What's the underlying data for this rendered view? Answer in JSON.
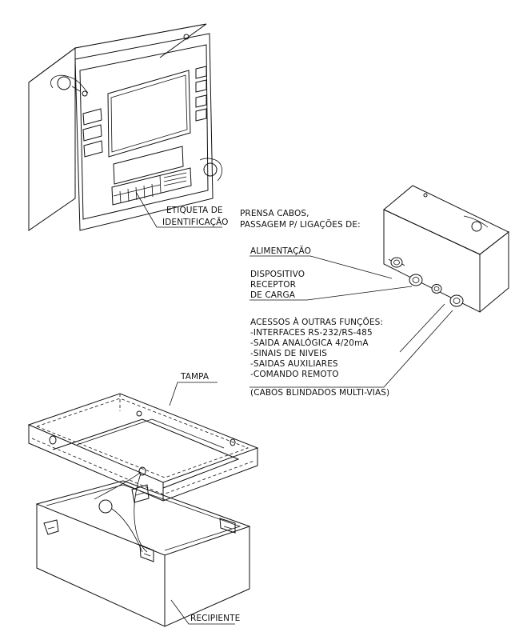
{
  "labels": {
    "etiqueta_line1": "ETIQUETA DE",
    "etiqueta_line2": "IDENTIFICAÇÃO",
    "prensa_line1": "PRENSA CABOS,",
    "prensa_line2": "PASSAGEM P/ LIGAÇÕES DE:",
    "alimentacao": "ALIMENTAÇÃO",
    "dispositivo_line1": "DISPOSITIVO",
    "dispositivo_line2": "RECEPTOR",
    "dispositivo_line3": "DE CARGA",
    "acessos_title": "ACESSOS À OUTRAS FUNÇÕES:",
    "acessos_items": [
      "-INTERFACES RS-232/RS-485",
      "-SAIDA ANALÓGICA 4/20mA",
      "-SINAIS DE NIVEIS",
      "-SAIDAS AUXILIARES",
      "-COMANDO REMOTO"
    ],
    "cabos": "(CABOS BLINDADOS MULTI-VIAS)",
    "tampa": "TAMPA",
    "recipiente": "RECIPIENTE"
  }
}
